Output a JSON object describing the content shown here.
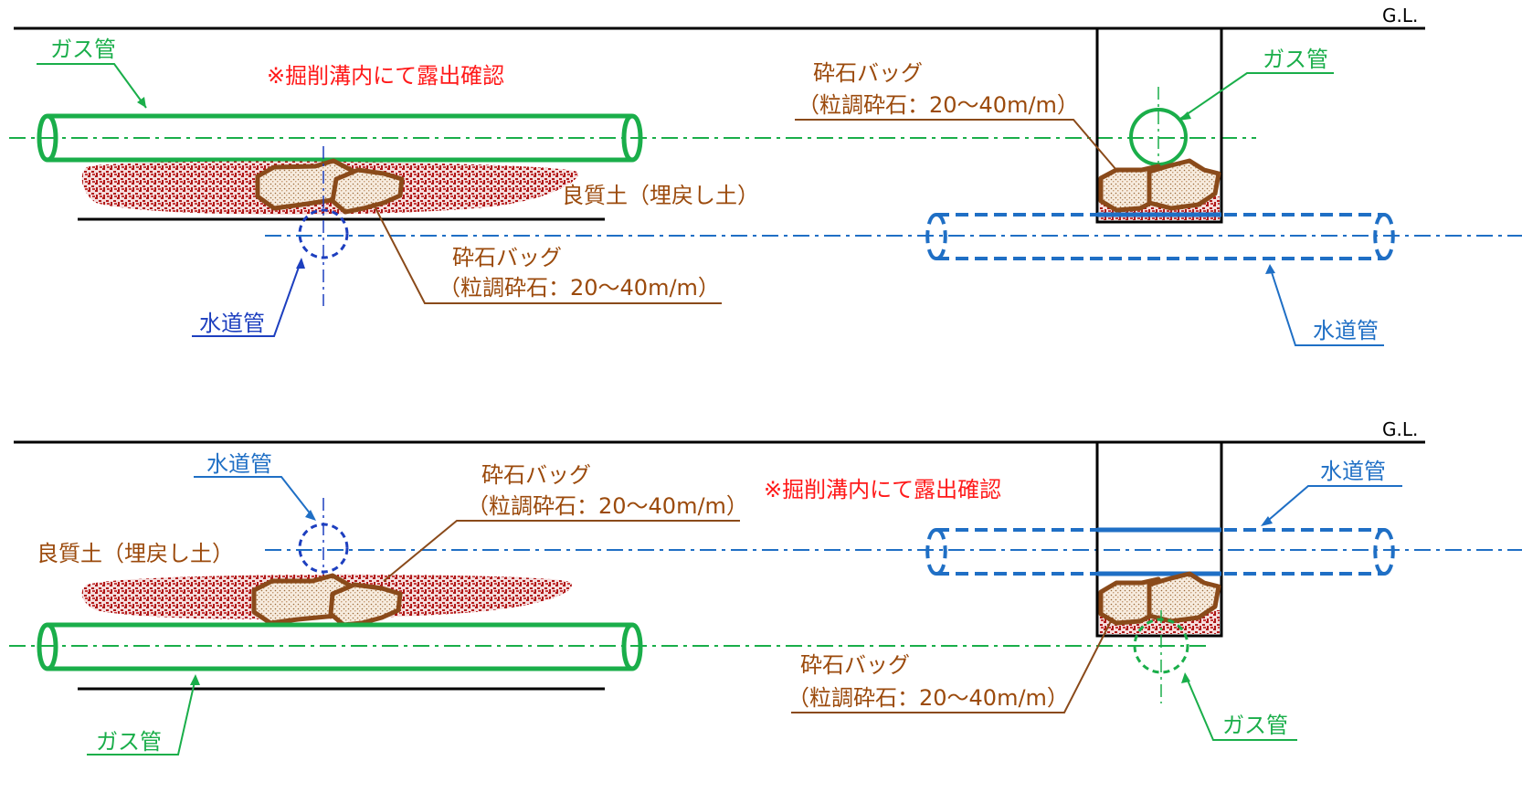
{
  "colors": {
    "gas": "#1aae4a",
    "water": "#1f6fc5",
    "water_dark": "#1d3fbf",
    "bag": "#8a4a1a",
    "label_bag": "#9b4a0c",
    "soil": "#b01818",
    "alert": "#ff1a1a",
    "line": "#000000"
  },
  "top": {
    "gl_label": "G.L.",
    "notice": "※掘削溝内にて露出確認",
    "left": {
      "gas_label": "ガス管",
      "soil_label": "良質土（埋戻し土）",
      "bag_label_1": "砕石バッグ",
      "bag_label_2": "（粒調砕石：20〜40m/m）",
      "water_label": "水道管"
    },
    "right": {
      "bag_label_1": "砕石バッグ",
      "bag_label_2": "（粒調砕石：20〜40m/m）",
      "gas_label": "ガス管",
      "water_label": "水道管"
    }
  },
  "bottom": {
    "gl_label": "G.L.",
    "notice": "※掘削溝内にて露出確認",
    "left": {
      "water_label": "水道管",
      "bag_label_1": "砕石バッグ",
      "bag_label_2": "（粒調砕石：20〜40m/m）",
      "soil_label": "良質土（埋戻し土）",
      "gas_label": "ガス管"
    },
    "right": {
      "water_label": "水道管",
      "bag_label_1": "砕石バッグ",
      "bag_label_2": "（粒調砕石：20〜40m/m）",
      "gas_label": "ガス管"
    }
  }
}
